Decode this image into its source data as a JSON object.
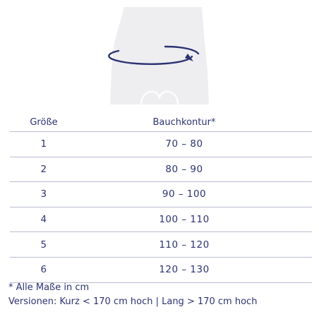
{
  "table": {
    "headers": {
      "size": "Größe",
      "waist": "Bauchkontur*"
    },
    "rows": [
      {
        "size": "1",
        "waist": "70 – 80"
      },
      {
        "size": "2",
        "waist": "80 – 90"
      },
      {
        "size": "3",
        "waist": "90 – 100"
      },
      {
        "size": "4",
        "waist": "100 – 110"
      },
      {
        "size": "5",
        "waist": "110 – 120"
      },
      {
        "size": "6",
        "waist": "120 – 130"
      }
    ]
  },
  "notes": {
    "measure_note": "* Alle Maße in cm",
    "versions_note": "Versionen: Kurz < 170 cm hoch | Lang > 170 cm hoch"
  },
  "colors": {
    "text": "#2b3373",
    "body_fill": "#eeeef1",
    "arrow": "#2b3373",
    "rule": "#b8bcd0"
  }
}
